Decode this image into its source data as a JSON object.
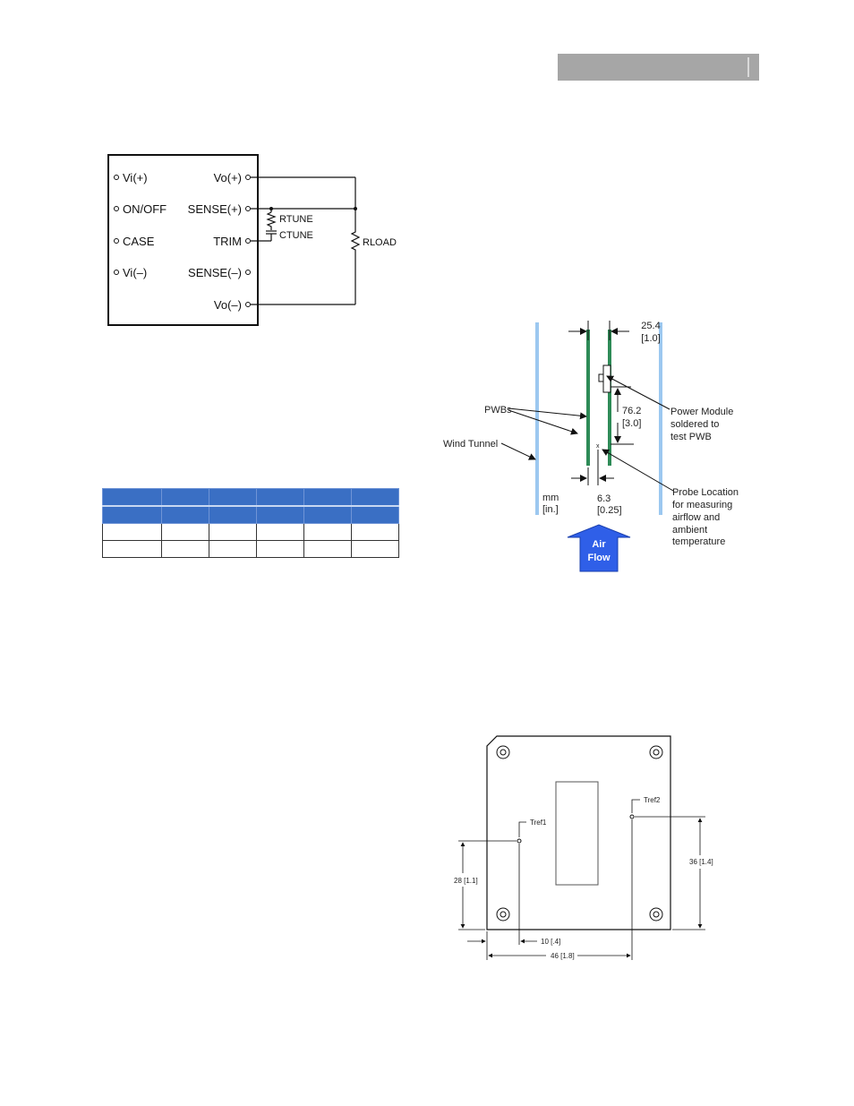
{
  "colors": {
    "header_bar": "#a6a6a6",
    "table_header": "#3a6fc4",
    "pwb_green": "#2e8b57",
    "tunnel_blue": "#9cc8f0",
    "airflow_arrow": "#2f5fe8"
  },
  "circuit": {
    "left_pins": [
      "Vi(+)",
      "ON/OFF",
      "CASE",
      "Vi(–)"
    ],
    "right_pins": [
      "Vo(+)",
      "SENSE(+)",
      "TRIM",
      "SENSE(–)",
      "Vo(–)"
    ],
    "rtune": "RTUNE",
    "ctune": "CTUNE",
    "rload": "RLOAD"
  },
  "table": {
    "columns": 6,
    "header_rows": [
      [
        "",
        "",
        "",
        "",
        "",
        ""
      ],
      [
        "",
        "",
        "",
        "",
        "",
        ""
      ]
    ],
    "body_rows": [
      [
        "",
        "",
        "",
        "",
        "",
        ""
      ],
      [
        "",
        "",
        "",
        "",
        "",
        ""
      ]
    ]
  },
  "airflow_diagram": {
    "dim_top": "25.4",
    "dim_top_in": "[1.0]",
    "dim_mid": "76.2",
    "dim_mid_in": "[3.0]",
    "dim_bottom": "6.3",
    "dim_bottom_in": "[0.25]",
    "units": "mm",
    "units_in": "[in.]",
    "label_pwbs": "PWBs",
    "label_wind_tunnel": "Wind Tunnel",
    "label_power_module": [
      "Power Module",
      "soldered to",
      "test PWB"
    ],
    "label_probe": [
      "Probe Location",
      "for measuring",
      "airflow and",
      "ambient",
      "temperature"
    ],
    "probe_mark": "x",
    "arrow_label": [
      "Air",
      "Flow"
    ]
  },
  "module_outline": {
    "tref1": "Tref1",
    "tref2": "Tref2",
    "dim_36": "36 [1.4]",
    "dim_28": "28 [1.1]",
    "dim_10": "10 [.4]",
    "dim_46": "46 [1.8]"
  }
}
